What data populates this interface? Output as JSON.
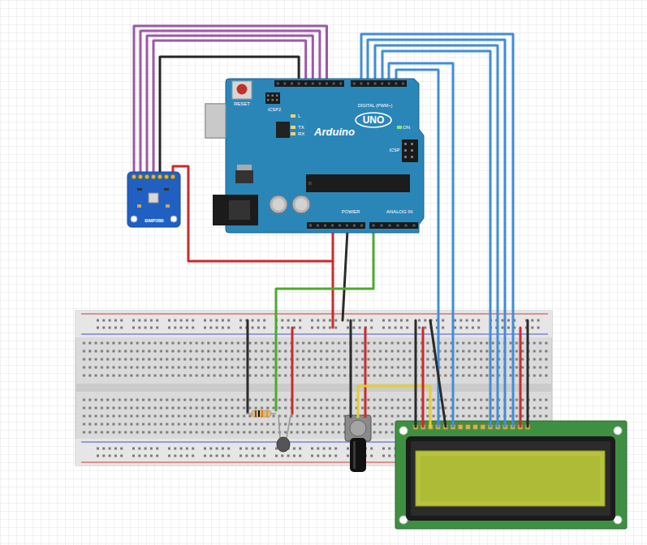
{
  "diagram": {
    "nodes": [
      {
        "text": [
          "Arduino"
        ]
      },
      {
        "text": [
          "UNO"
        ],
        "in": 0
      },
      {
        "text": [
          "BMP280"
        ]
      }
    ],
    "edges": [
      {
        "from": 2,
        "to": 0,
        "arrow": "none"
      },
      {
        "from": 2,
        "to": 0,
        "arrow": "none"
      },
      {
        "from": 2,
        "to": 0,
        "arrow": "none"
      },
      {
        "from": 2,
        "to": 0,
        "arrow": "none"
      },
      {
        "from": 2,
        "to": 0,
        "arrow": "none"
      }
    ],
    "labels": [
      "RESET",
      "ICSP2",
      "L",
      "TX",
      "RX",
      "ON",
      "DIGITAL (PWM~)",
      "ICSP",
      "POWER",
      "ANALOG IN"
    ]
  }
}
